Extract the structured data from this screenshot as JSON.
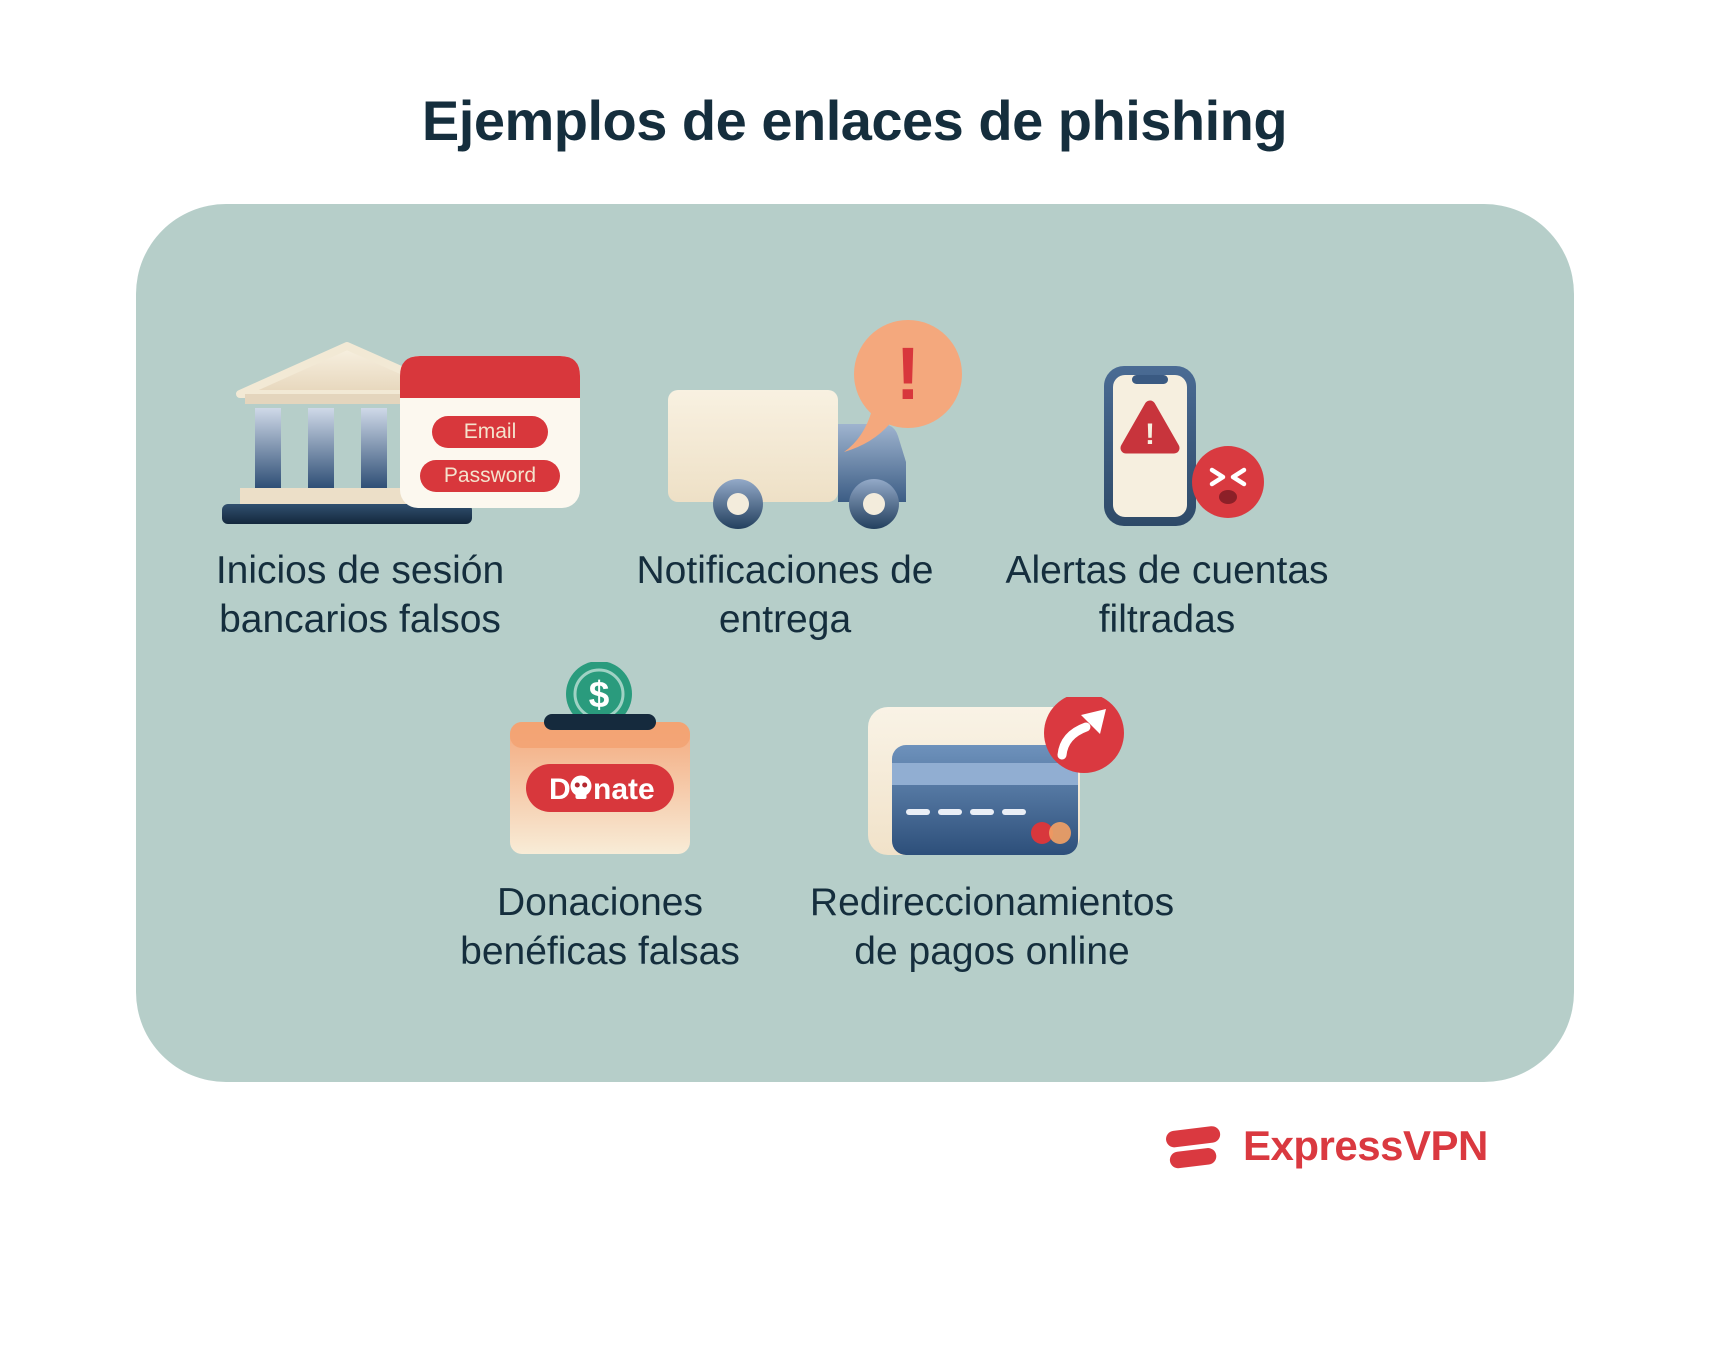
{
  "page": {
    "title": "Ejemplos de enlaces de phishing"
  },
  "items": [
    {
      "id": "fake-bank-logins",
      "caption_line1": "Inicios de sesión",
      "caption_line2": "bancarios falsos",
      "form": {
        "field1": "Email",
        "field2": "Password"
      }
    },
    {
      "id": "delivery-notifications",
      "caption_line1": "Notificaciones de",
      "caption_line2": "entrega",
      "bubble_text": "!"
    },
    {
      "id": "leaked-account-alerts",
      "caption_line1": "Alertas de cuentas",
      "caption_line2": "filtradas",
      "warning_text": "!"
    },
    {
      "id": "fake-charity-donations",
      "caption_line1": "Donaciones",
      "caption_line2": "benéficas falsas",
      "coin_symbol": "$",
      "donate_prefix": "D",
      "donate_suffix": "nate"
    },
    {
      "id": "online-payment-redirects",
      "caption_line1": "Redireccionamientos",
      "caption_line2": "de pagos online"
    }
  ],
  "footer": {
    "brand": "ExpressVPN"
  },
  "colors": {
    "panel": "#b6cec9",
    "heading": "#152e3d",
    "red": "#d8373c",
    "orange": "#f4a87d",
    "cream": "#f6efdf",
    "blue": "#3d5f8c",
    "green": "#2a9b7d",
    "brand_red": "#da3940"
  }
}
